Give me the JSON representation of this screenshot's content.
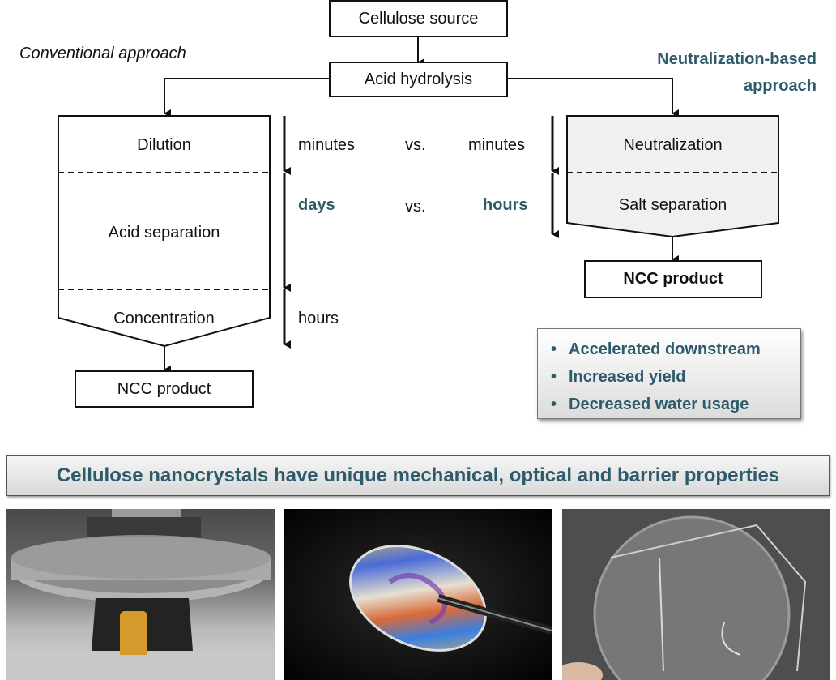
{
  "title_boxes": {
    "cellulose_source": "Cellulose source",
    "acid_hydrolysis": "Acid hydrolysis"
  },
  "approaches": {
    "conventional": "Conventional approach",
    "neutralization": "Neutralization-based approach"
  },
  "conventional_steps": {
    "dilution": "Dilution",
    "acid_separation": "Acid separation",
    "concentration": "Concentration",
    "product": "NCC product"
  },
  "neutralization_steps": {
    "neutralization": "Neutralization",
    "salt_separation": "Salt separation",
    "product": "NCC product"
  },
  "timing": {
    "row1_left": "minutes",
    "row1_vs": "vs.",
    "row1_right": "minutes",
    "row2_left": "days",
    "row2_vs": "vs.",
    "row2_right": "hours",
    "row3_left": "hours"
  },
  "benefits": [
    "Accelerated downstream",
    "Increased yield",
    "Decreased water usage"
  ],
  "banner": "Cellulose nanocrystals have unique mechanical, optical and barrier properties",
  "colors": {
    "accent": "#2e5b6b",
    "line": "#111111"
  },
  "photos": [
    "compression-test-photo",
    "birefringent-film-photo",
    "transparent-film-photo"
  ]
}
